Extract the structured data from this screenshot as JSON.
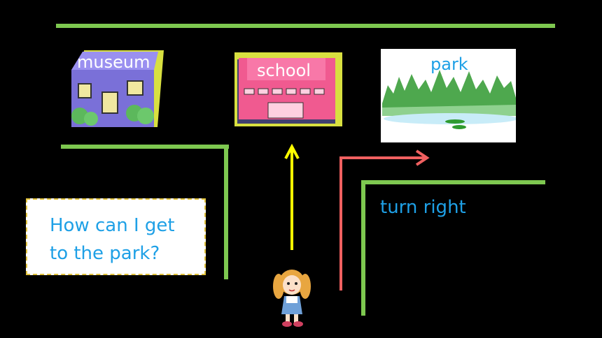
{
  "places": {
    "museum": "museum",
    "school": "school",
    "park": "park"
  },
  "question": {
    "line1": "How can I get",
    "line2": "to the park?"
  },
  "direction": "turn right",
  "colors": {
    "road": "#7ec850",
    "arrow_up": "#ffff00",
    "arrow_turn": "#f06060",
    "text_blue": "#1ea0e6"
  }
}
